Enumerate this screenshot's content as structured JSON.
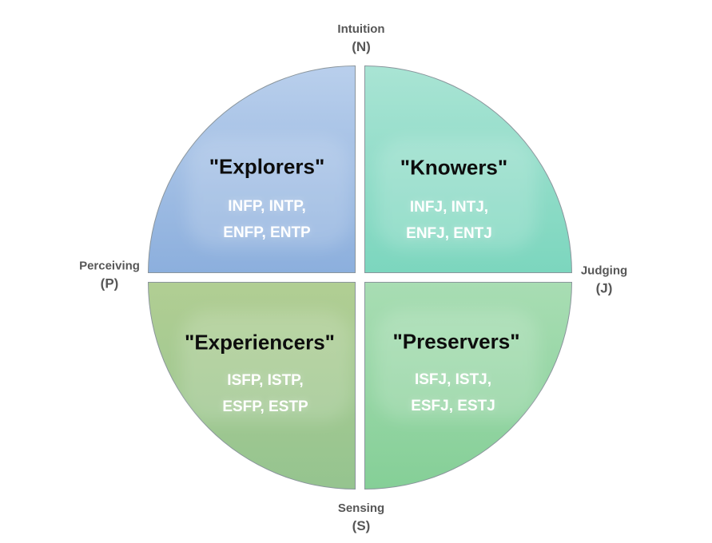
{
  "diagram": {
    "description": "MBTI four-quadrant circle diagram",
    "background": "#ffffff",
    "border_color": "#8a959c",
    "title_color": "#0d0d0d",
    "types_color": "#ffffff",
    "label_color": "#575757",
    "axis_labels": {
      "top": {
        "name": "Intuition",
        "abbr": "(N)"
      },
      "right": {
        "name": "Judging",
        "abbr": "(J)"
      },
      "bottom": {
        "name": "Sensing",
        "abbr": "(S)"
      },
      "left": {
        "name": "Perceiving",
        "abbr": "(P)"
      }
    },
    "quadrants": [
      {
        "id": "explorers",
        "position": "top-left",
        "title": "\"Explorers\"",
        "types_line1": "INFP, INTP,",
        "types_line2": "ENFP, ENTP",
        "color_top": "#b9cfec",
        "color_bottom": "#8cafdd"
      },
      {
        "id": "knowers",
        "position": "top-right",
        "title": "\"Knowers\"",
        "types_line1": "INFJ, INTJ,",
        "types_line2": "ENFJ, ENTJ",
        "color_top": "#a9e4d4",
        "color_bottom": "#7cd6be"
      },
      {
        "id": "experiencers",
        "position": "bottom-left",
        "title": "\"Experiencers\"",
        "types_line1": "ISFP, ISTP,",
        "types_line2": "ESFP, ESTP",
        "color_top": "#b1ce93",
        "color_bottom": "#95c48f"
      },
      {
        "id": "preservers",
        "position": "bottom-right",
        "title": "\"Preservers\"",
        "types_line1": "ISFJ, ISTJ,",
        "types_line2": "ESFJ, ESTJ",
        "color_top": "#a8ddb3",
        "color_bottom": "#85cf97"
      }
    ]
  }
}
